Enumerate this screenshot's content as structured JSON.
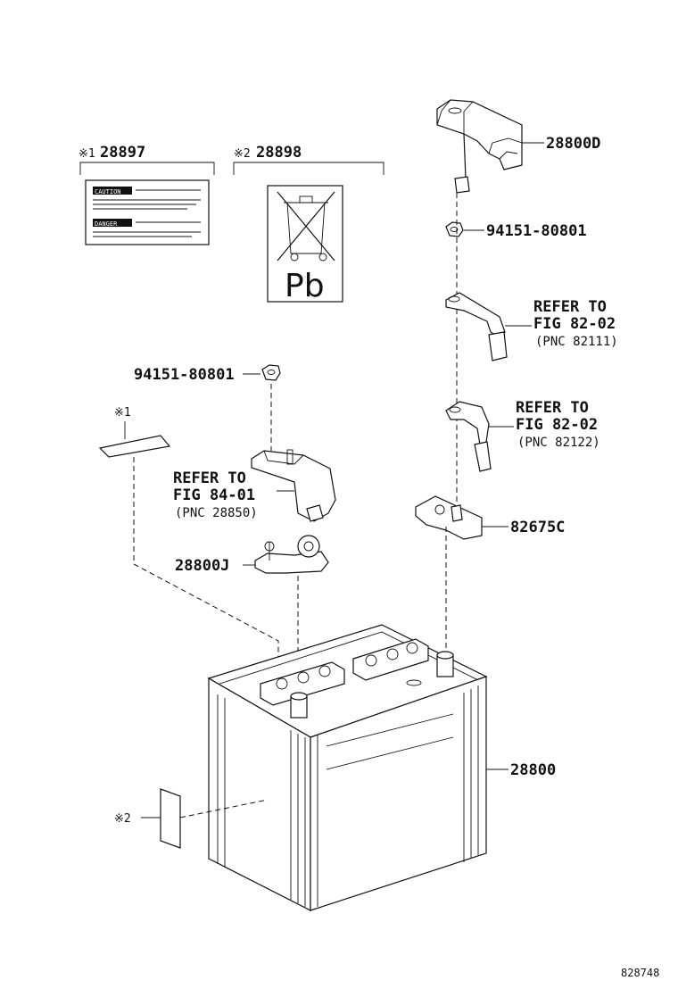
{
  "labels": {
    "label1_mark": "※1",
    "label1_part": "28897",
    "label2_mark": "※2",
    "label2_part": "28898",
    "battery_cover": "28800D",
    "nut_right": "94151-80801",
    "ref_8202_a_line1": "REFER TO",
    "ref_8202_a_line2": "FIG 82-02",
    "ref_8202_a_pnc": "(PNC 82111)",
    "nut_left": "94151-80801",
    "ref_8202_b_line1": "REFER TO",
    "ref_8202_b_line2": "FIG 82-02",
    "ref_8202_b_pnc": "(PNC 82122)",
    "mark_1": "※1",
    "ref_8401_line1": "REFER TO",
    "ref_8401_line2": "FIG 84-01",
    "ref_8401_pnc": "(PNC 28850)",
    "terminal_right": "82675C",
    "terminal_left": "28800J",
    "battery": "28800",
    "mark_2": "※2",
    "diagram_id": "828748"
  },
  "warning_label": {
    "header1": "CAUTION",
    "header2": "DANGER"
  },
  "recycle_label": {
    "symbol": "Pb"
  },
  "colors": {
    "line": "#111111",
    "background": "#ffffff"
  }
}
